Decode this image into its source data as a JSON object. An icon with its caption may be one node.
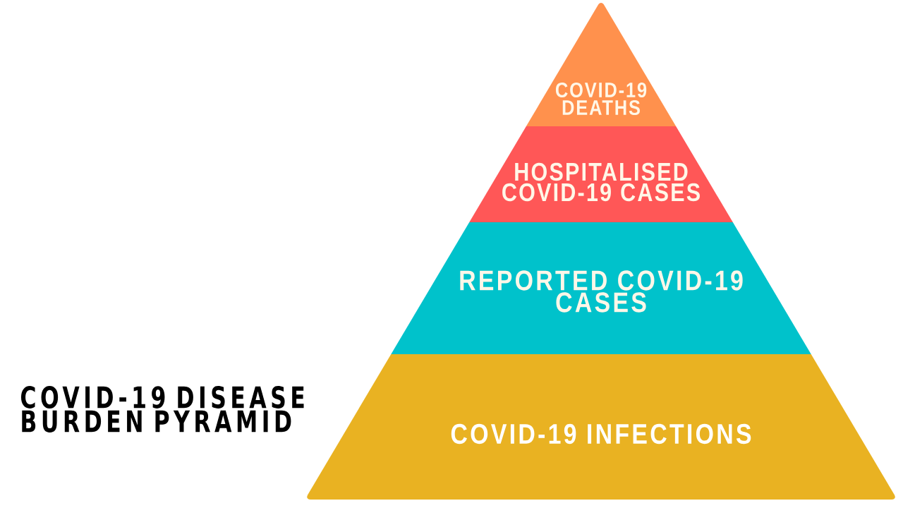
{
  "diagram": {
    "title": "COVID-19 DISEASE BURDEN PYRAMID",
    "nodes": [
      {
        "text": [
          "COVID-19 DEATHS"
        ]
      },
      {
        "text": [
          "HOSPITALISED COVID-19 CASES"
        ]
      },
      {
        "text": [
          "REPORTED COVID-19 CASES"
        ]
      },
      {
        "text": [
          "COVID-19 INFECTIONS"
        ]
      }
    ]
  }
}
